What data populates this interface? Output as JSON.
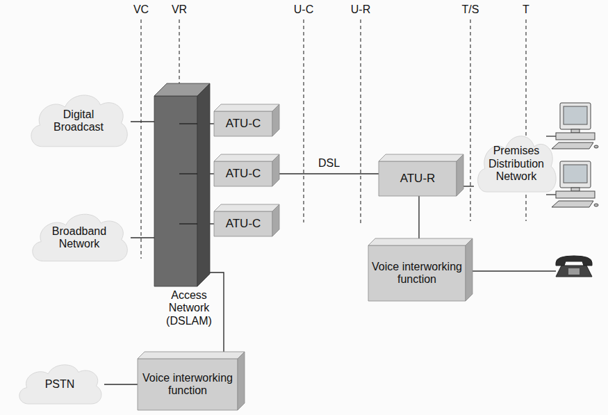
{
  "diagram": {
    "nodes": [
      {
        "text": [
          "Digital Broadcast"
        ]
      },
      {
        "text": [
          "Access Network (DSLAM)"
        ]
      },
      {
        "text": [
          "ATU-C"
        ]
      },
      {
        "text": [
          "ATU-C"
        ]
      },
      {
        "text": [
          "ATU-C"
        ]
      },
      {
        "text": [
          "ATU-R"
        ]
      },
      {
        "text": [
          "Premises Distribution Network"
        ]
      },
      {
        "text": [
          "Broadband Network"
        ]
      },
      {
        "text": [
          "Voice interworking function"
        ]
      },
      {
        "text": [
          "PSTN"
        ]
      },
      {
        "text": [
          "Voice interworking function"
        ]
      }
    ],
    "edges": [
      {
        "from": 0,
        "to": 1,
        "arrow": "none"
      },
      {
        "from": 7,
        "to": 1,
        "arrow": "none"
      },
      {
        "from": 1,
        "to": 2,
        "arrow": "none"
      },
      {
        "from": 1,
        "to": 3,
        "arrow": "none"
      },
      {
        "from": 1,
        "to": 4,
        "arrow": "none"
      },
      {
        "from": 3,
        "to": 5,
        "label": "DSL",
        "arrow": "none"
      },
      {
        "from": 5,
        "to": 6,
        "arrow": "none"
      },
      {
        "from": 5,
        "to": 8,
        "arrow": "none"
      },
      {
        "from": 1,
        "to": 10,
        "arrow": "none"
      },
      {
        "from": 9,
        "to": 10,
        "arrow": "none"
      }
    ],
    "labels": [
      "VC",
      "VR",
      "U-C",
      "U-R",
      "T/S",
      "T"
    ]
  }
}
